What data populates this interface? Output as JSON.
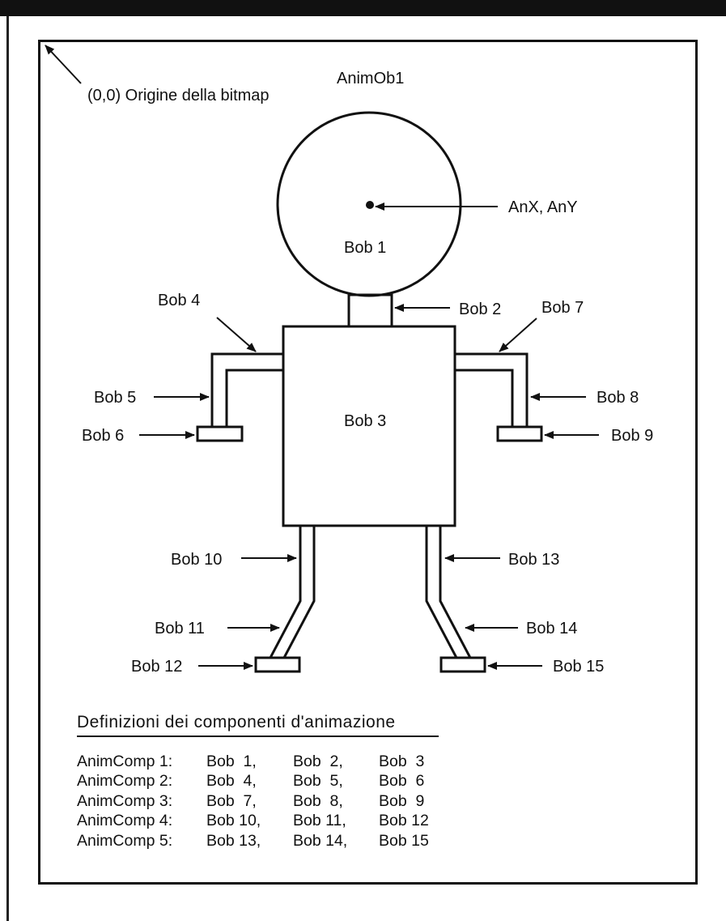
{
  "diagram": {
    "origin_label": "(0,0) Origine della bitmap",
    "object_label": "AnimOb1",
    "anchor_label": "AnX, AnY",
    "bobs": {
      "b1": "Bob 1",
      "b2": "Bob 2",
      "b3": "Bob 3",
      "b4": "Bob 4",
      "b5": "Bob 5",
      "b6": "Bob 6",
      "b7": "Bob 7",
      "b8": "Bob 8",
      "b9": "Bob 9",
      "b10": "Bob 10",
      "b11": "Bob 11",
      "b12": "Bob 12",
      "b13": "Bob 13",
      "b14": "Bob 14",
      "b15": "Bob 15"
    }
  },
  "definitions": {
    "title": "Definizioni dei componenti d'animazione",
    "rows": [
      {
        "comp": "AnimComp 1:",
        "b1": "Bob  1,",
        "b2": "Bob  2,",
        "b3": "Bob  3"
      },
      {
        "comp": "AnimComp 2:",
        "b1": "Bob  4,",
        "b2": "Bob  5,",
        "b3": "Bob  6"
      },
      {
        "comp": "AnimComp 3:",
        "b1": "Bob  7,",
        "b2": "Bob  8,",
        "b3": "Bob  9"
      },
      {
        "comp": "AnimComp 4:",
        "b1": "Bob 10,",
        "b2": "Bob 11,",
        "b3": "Bob 12"
      },
      {
        "comp": "AnimComp 5:",
        "b1": "Bob 13,",
        "b2": "Bob 14,",
        "b3": "Bob 15"
      }
    ]
  }
}
